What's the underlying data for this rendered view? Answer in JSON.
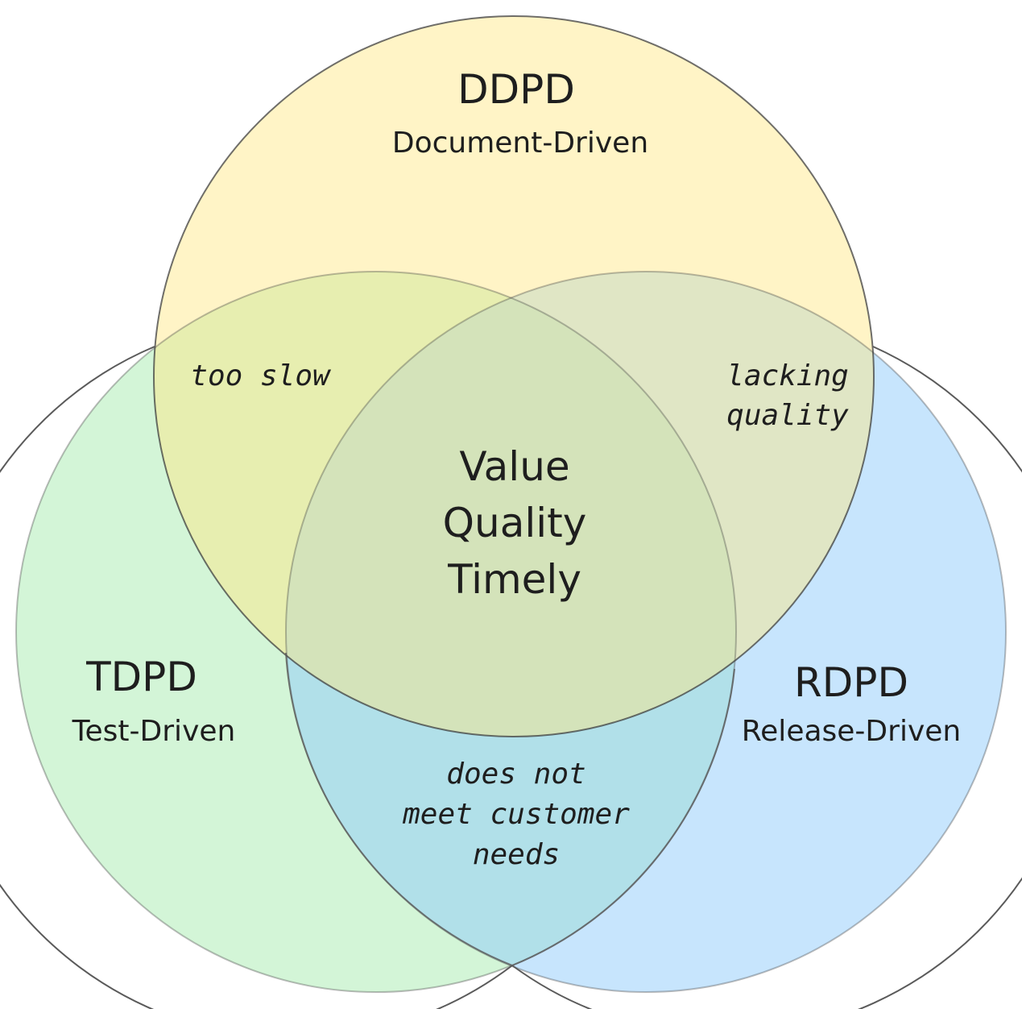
{
  "sets": {
    "ddpd": {
      "title": "DDPD",
      "subtitle": "Document-Driven",
      "fill": "#ffe680",
      "stroke": "#3f3f3f"
    },
    "tdpd": {
      "title": "TDPD",
      "subtitle": "Test-Driven",
      "fill": "#a8ebb0",
      "stroke": "#3f3f3f"
    },
    "rdpd": {
      "title": "RDPD",
      "subtitle": "Release-Driven",
      "fill": "#8fccfb",
      "stroke": "#3f3f3f"
    }
  },
  "overlaps": {
    "ddpd_tdpd": "too slow",
    "ddpd_rdpd": [
      "lacking",
      "quality"
    ],
    "tdpd_rdpd": [
      "does not",
      "meet customer",
      "needs"
    ]
  },
  "center": [
    "Value",
    "Quality",
    "Timely"
  ]
}
